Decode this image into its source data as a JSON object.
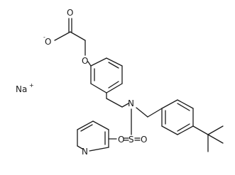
{
  "molecule": {
    "counterion": {
      "symbol": "Na",
      "charge": "+"
    },
    "carboxylate": {
      "O_double": "O",
      "O_single": "O",
      "O_single_charge": "-"
    },
    "ether_O": "O",
    "amine_N": "N",
    "sulfonyl": {
      "S": "S",
      "O_left": "O",
      "O_right": "O"
    },
    "pyridine_N": "N"
  }
}
